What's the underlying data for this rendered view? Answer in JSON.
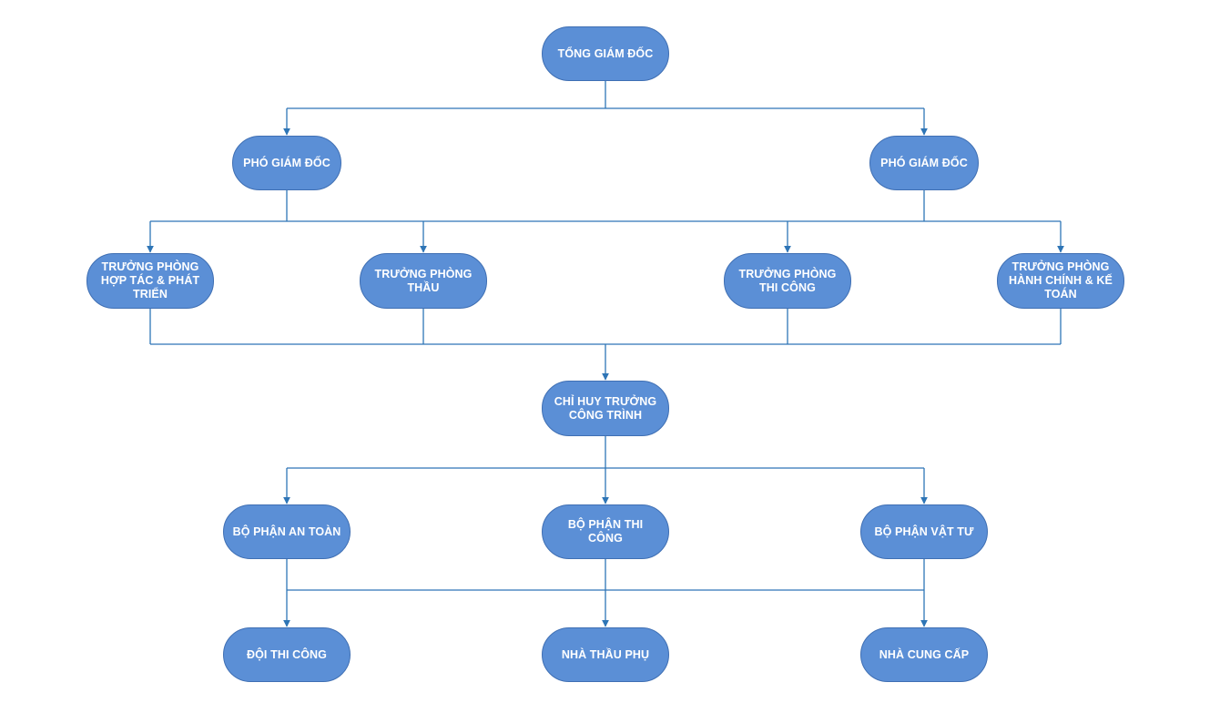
{
  "colors": {
    "node_fill": "#5b8fd6",
    "node_border": "#3f6fb3",
    "connector": "#2e75b6",
    "text": "#ffffff"
  },
  "nodes": {
    "ceo": "TỔNG GIÁM ĐỐC",
    "vp_left": "PHÓ GIÁM ĐỐC",
    "vp_right": "PHÓ GIÁM ĐỐC",
    "head_cooperation": "TRƯỞNG PHÒNG HỢP TÁC & PHÁT TRIỂN",
    "head_bidding": "TRƯỞNG PHÒNG THẦU",
    "head_construction": "TRƯỞNG PHÒNG THI CÔNG",
    "head_admin_accounting": "TRƯỞNG PHÒNG HÀNH CHÍNH & KẾ TOÁN",
    "site_commander": "CHỈ HUY TRƯỞNG CÔNG TRÌNH",
    "dept_safety": "BỘ PHẬN AN TOÀN",
    "dept_construction": "BỘ PHẬN THI CÔNG",
    "dept_materials": "BỘ PHẬN VẬT TƯ",
    "construction_team": "ĐỘI THI CÔNG",
    "subcontractor": "NHÀ THẦU PHỤ",
    "supplier": "NHÀ CUNG CẤP"
  }
}
